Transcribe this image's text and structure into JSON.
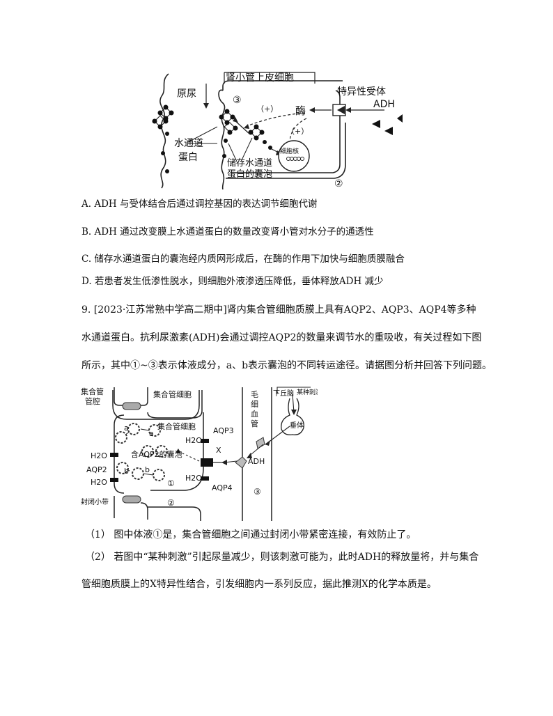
{
  "figure1": {
    "title": "肾小管上皮细胞",
    "yuanniao": "原尿",
    "circle3": "③",
    "circle2": "②",
    "receptor": "特异性受体",
    "adh": "ADH",
    "enzyme": "酶",
    "plus1": "（+）",
    "plus2": "（+）",
    "water_channel_l1": "水通道",
    "water_channel_l2": "蛋白",
    "nucleus": "细胞核",
    "vesicle_l1": "储存水通道",
    "vesicle_l2": "蛋白的囊泡"
  },
  "options": {
    "A": "A. ADH 与受体结合后通过调控基因的表达调节细胞代谢",
    "B": "B. ADH 通过改变膜上水通道蛋白的数量改变肾小管对水分子的通透性",
    "C": "C. 储存水通道蛋白的囊泡经内质网形成后，在酶的作用下加快与细胞质膜融合",
    "D": "D. 若患者发生低渗性脱水，则细胞外液渗透压降低，垂体释放ADH 减少"
  },
  "question9": {
    "line1": "9. [2023·江苏常熟中学高二期中]肾内集合管细胞质膜上具有AQP2、AQP3、AQP4等多种",
    "line2": "水通道蛋白。抗利尿激素(ADH)会通过调控AQP2的数量来调节水的重吸收，有关过程如下图",
    "line3": "所示，其中①~③表示体液成分，a、b表示囊泡的不同转运途径。请据图分析并回答下列问题。"
  },
  "figure2": {
    "lumen_l1": "集合管",
    "lumen_l2": "管腔",
    "cell_top": "集合管细胞",
    "cell_mid": "集合管细胞",
    "aqp3": "AQP3",
    "aqp2": "AQP2",
    "aqp4": "AQP4",
    "h2o_a": "H2O",
    "h2o_b": "H2O",
    "h2o_c": "H2O",
    "h2o_d": "H2O",
    "vesicle": "含AQP2的囊泡",
    "label_a1": "a",
    "label_a2": "a",
    "label_b1": "b",
    "label_b2": "b",
    "x": "X",
    "adh": "ADH",
    "c1": "①",
    "c2": "②",
    "c3": "③",
    "tight_junction": "封闭小带",
    "capillary": [
      "毛",
      "细",
      "血",
      "管"
    ],
    "hypothalamus": "下丘脑",
    "stimulus": "某种刺激",
    "pituitary": "垂体"
  },
  "sub_questions": {
    "q1": "（1）  图中体液①是，集合管细胞之间通过封闭小带紧密连接，有效防止了。",
    "q2_line1": "（2）  若图中“某种刺激”引起尿量减少，则该刺激可能为，此时ADH的释放量将，并与集合",
    "q2_line2": "管细胞质膜上的X特异性结合，引发细胞内一系列反应，据此推测X的化学本质是。"
  }
}
